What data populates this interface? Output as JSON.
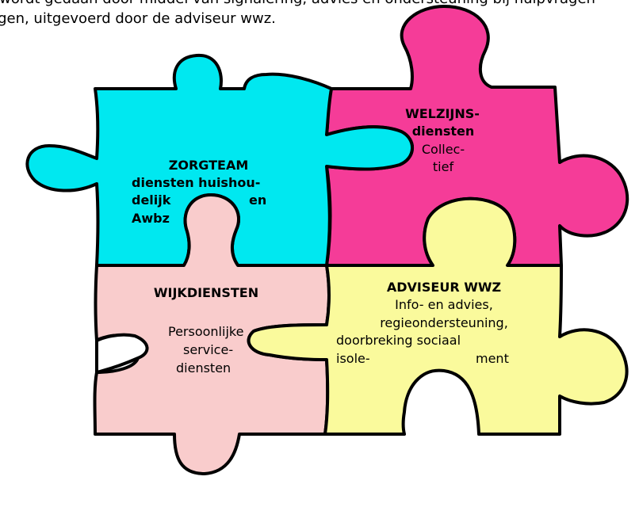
{
  "intro_text": {
    "line1": "lijk wordt gedaan door middel van signalering, advies en ondersteuning bij hulpvragen",
    "line2": "vragen, uitgevoerd door de adviseur wwz."
  },
  "colors": {
    "zorgteam": "#00e8f0",
    "welzijn": "#f53c98",
    "wijk": "#f9cccc",
    "adviseur": "#fafa9c",
    "outline": "#000000"
  },
  "pieces": {
    "zorgteam": {
      "title": "ZORGTEAM",
      "line1": "diensten huishou-",
      "line2a": "delijk",
      "line2b": "en",
      "line3": "Awbz"
    },
    "welzijn": {
      "title1": "WELZIJNS-",
      "title2": "diensten",
      "line1": "Collec-",
      "line2": "tief"
    },
    "wijk": {
      "title": "WIJKDIENSTEN",
      "line1": "Persoonlijke",
      "line2": "service-",
      "line3": "diensten"
    },
    "adviseur": {
      "title": "ADVISEUR WWZ",
      "line1": "Info- en advies,",
      "line2": "regieondersteuning,",
      "line3": "doorbreking sociaal",
      "line4a": "isole-",
      "line4b": "ment"
    }
  }
}
